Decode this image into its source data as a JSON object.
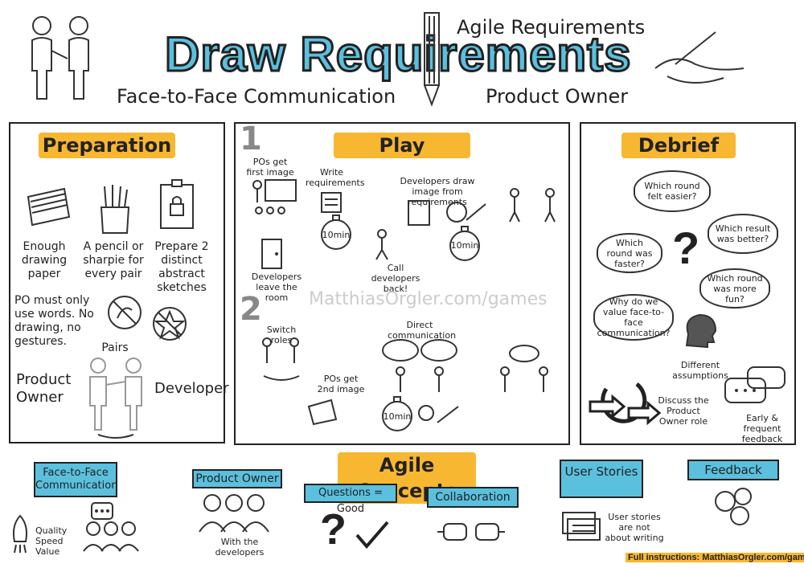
{
  "header": {
    "title": "Draw Requirements",
    "agile_label": "Agile Requirements",
    "f2f_label": "Face-to-Face Communication",
    "po_label": "Product Owner"
  },
  "preparation": {
    "title": "Preparation",
    "items": [
      "Enough drawing paper",
      "A pencil or sharpie for every pair",
      "Prepare 2 distinct abstract sketches"
    ],
    "rule": "PO must only use words. No drawing, no gestures.",
    "pairs_label": "Pairs",
    "left_role": "Product Owner",
    "right_role": "Developer"
  },
  "play": {
    "title": "Play",
    "round1_number": "1",
    "round2_number": "2",
    "r1": {
      "first_image": "POs get first image",
      "write": "Write requirements",
      "timer1": "10min",
      "leave": "Developers leave the room",
      "call_back": "Call developers back!",
      "draw": "Developers draw image from requirements",
      "timer2": "10min"
    },
    "r2": {
      "switch": "Switch roles",
      "second_image": "POs get 2nd image",
      "direct": "Direct communication",
      "timer": "10min"
    },
    "watermark": "MatthiasOrgler.com/games"
  },
  "debrief": {
    "title": "Debrief",
    "q1": "Which round felt easier?",
    "q2": "Which result was better?",
    "q3": "Which round was faster?",
    "q4": "Which round was more fun?",
    "q5": "Why do we value face-to-face communication?",
    "assumptions": "Different assumptions",
    "discuss": "Discuss the Product Owner role",
    "feedback": "Early & frequent feedback"
  },
  "concepts": {
    "title": "Agile Concepts",
    "f2f": "Face-to-Face Communication",
    "f2f_benefits": "Quality Speed Value",
    "po": "Product Owner",
    "po_sub": "With the developers",
    "questions": "Questions = Good",
    "collab": "Collaboration",
    "stories": "User Stories",
    "stories_sub": "User stories are not about writing",
    "feedback": "Feedback"
  },
  "footer": {
    "instructions": "Full instructions: MatthiasOrgler.com/games"
  },
  "colors": {
    "blue": "#5bc0de",
    "yellow": "#f7b731",
    "ink": "#222222"
  }
}
